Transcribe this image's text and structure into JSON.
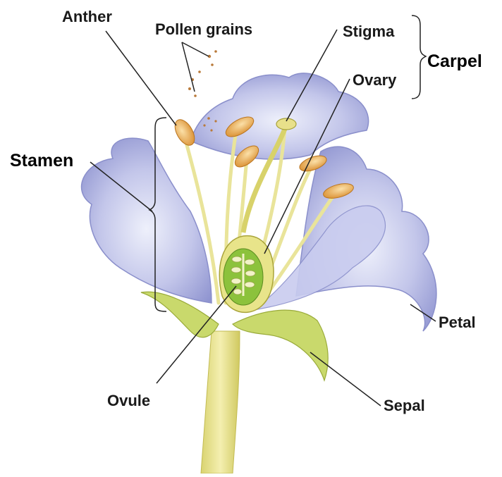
{
  "diagram": {
    "labels": {
      "anther": "Anther",
      "pollen_grains": "Pollen grains",
      "stigma": "Stigma",
      "carpel": "Carpel",
      "ovary": "Ovary",
      "stamen": "Stamen",
      "petal": "Petal",
      "ovule": "Ovule",
      "sepal": "Sepal"
    },
    "colors": {
      "petal": "#b9bde6",
      "petal_shadow": "#8e93cf",
      "stem": "#e6e08a",
      "sepal": "#c6d86a",
      "anther": "#e8a64a",
      "ovary_fill": "#8cc23c",
      "pollen": "#b97a3a",
      "leader_line": "#222222"
    }
  }
}
